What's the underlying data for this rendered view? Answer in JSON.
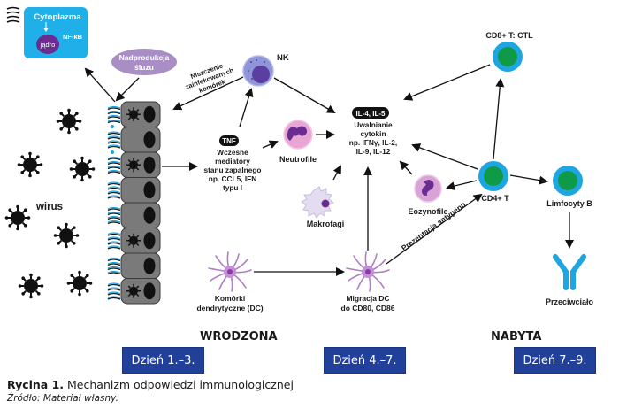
{
  "figure": {
    "caption_label": "Rycina 1.",
    "caption_text": " Mechanizm odpowiedzi immunologicznej",
    "source": "Źródło: Materiał własny."
  },
  "cell_box": {
    "title": "Cytoplazma",
    "nfkb": "NF-κB",
    "nucleus": "jądro"
  },
  "mucus": {
    "line1": "Nadprodukcja",
    "line2": "śluzu"
  },
  "virus_label": "wirus",
  "destruction_label": {
    "line1": "Niszczenie",
    "line2": "zainfekowanych",
    "line3": "komórek"
  },
  "nk_label": "NK",
  "tnf": {
    "badge": "TNF",
    "lines": [
      "Wczesne",
      "mediatory",
      "stanu zapalnego",
      "np. CCL5, IFN",
      "typu I"
    ]
  },
  "neutrophils_label": "Neutrofile",
  "cytokines": {
    "badge": "IL-4, IL-5",
    "lines": [
      "Uwalnianie",
      "cytokin",
      "np. IFNγ, IL-2,",
      "IL-9, IL-12"
    ]
  },
  "macrophages_label": "Makrofagi",
  "eosinophils_label": "Eozynofile",
  "dc_label": {
    "line1": "Komórki",
    "line2": "dendrytyczne (DC)"
  },
  "dc_migration_label": {
    "line1": "Migracja DC",
    "line2": "do CD80, CD86"
  },
  "antigen_presentation_label": "Prezentacja antygenu",
  "cd8_label": "CD8+ T: CTL",
  "cd4_label": "CD4+ T",
  "bcell_label": "Limfocyty B",
  "antibody_label": "Przeciwciało",
  "phases": {
    "innate": "WRODZONA",
    "adaptive": "NABYTA"
  },
  "days": [
    "Dzień 1.–3.",
    "Dzień 4.–7.",
    "Dzień 7.–9."
  ],
  "colors": {
    "cyan": "#1ea6e0",
    "green": "#0f9a48",
    "purple": "#6b2c91",
    "lavender": "#a98ec6",
    "epithelium": "#7a7a7a",
    "day_box": "#21409a"
  }
}
